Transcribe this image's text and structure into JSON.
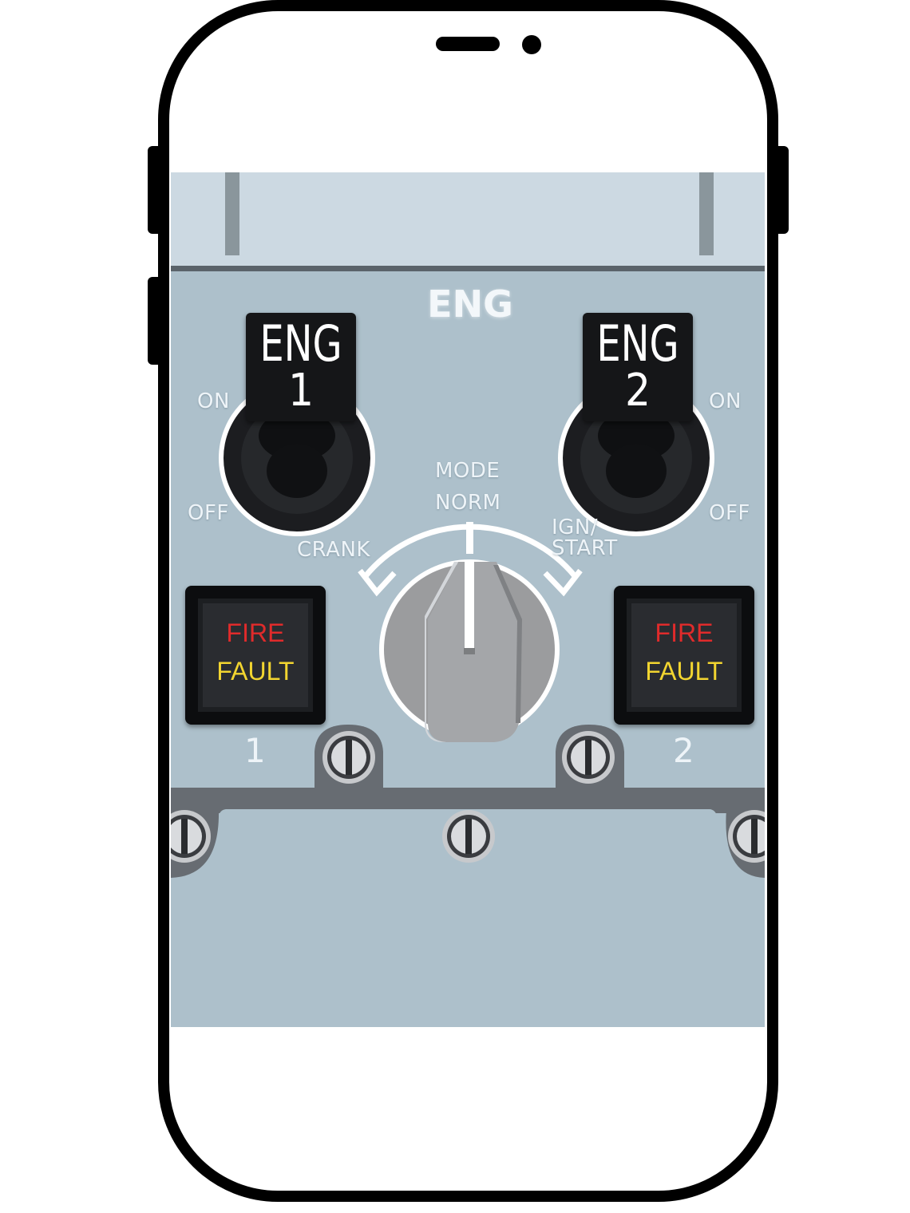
{
  "panel": {
    "title": "ENG",
    "engines": [
      {
        "tag_line1": "ENG",
        "tag_line2": "1",
        "pos_on": "ON",
        "pos_off": "OFF",
        "number": "1",
        "fire_pb": {
          "line1": "FIRE",
          "line2": "FAULT"
        }
      },
      {
        "tag_line1": "ENG",
        "tag_line2": "2",
        "pos_on": "ON",
        "pos_off": "OFF",
        "number": "2",
        "fire_pb": {
          "line1": "FIRE",
          "line2": "FAULT"
        }
      }
    ],
    "mode_selector": {
      "label": "MODE",
      "positions": [
        "CRANK",
        "NORM",
        "IGN/\nSTART"
      ],
      "selected": "NORM"
    }
  },
  "colors": {
    "panel": "#adc0cb",
    "panel_top": "#ccd9e2",
    "fire_text": "#e02b2b",
    "fault_text": "#f2d530",
    "legend_text": "#eef4f8"
  }
}
